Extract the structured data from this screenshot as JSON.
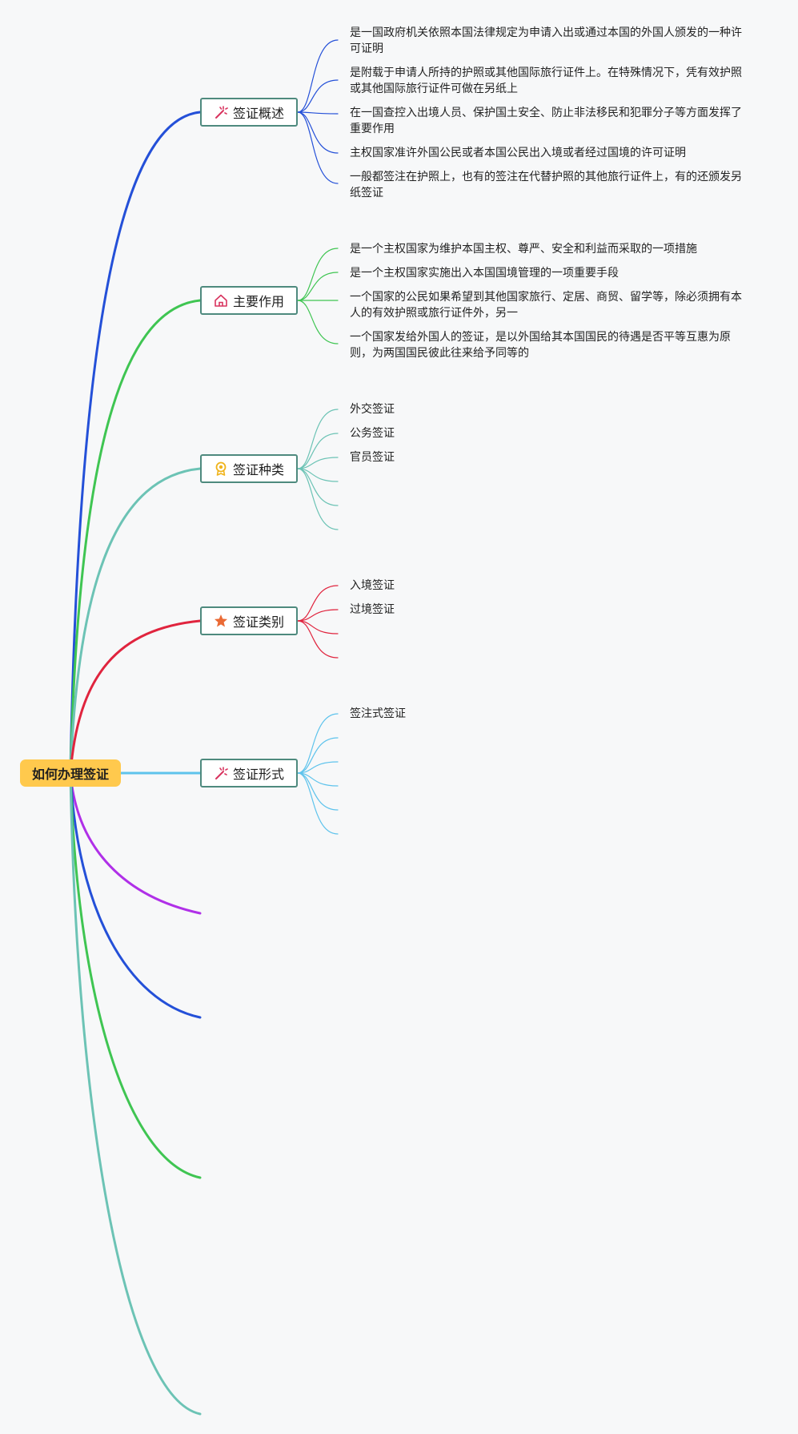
{
  "root": {
    "label": "如何办理签证"
  },
  "branches": [
    {
      "label": "签证概述",
      "icon": "magic-wand-icon",
      "color": "#2450d8",
      "leaves": [
        "是一国政府机关依照本国法律规定为申请入出或通过本国的外国人颁发的一种许可证明",
        "是附载于申请人所持的护照或其他国际旅行证件上。在特殊情况下，凭有效护照或其他国际旅行证件可做在另纸上",
        "在一国查控入出境人员、保护国土安全、防止非法移民和犯罪分子等方面发挥了重要作用",
        "主权国家准许外国公民或者本国公民出入境或者经过国境的许可证明",
        "一般都签注在护照上，也有的签注在代替护照的其他旅行证件上，有的还颁发另纸签证"
      ]
    },
    {
      "label": "主要作用",
      "icon": "home-icon",
      "color": "#3fc552",
      "leaves": [
        "是一个主权国家为维护本国主权、尊严、安全和利益而采取的一项措施",
        "是一个主权国家实施出入本国国境管理的一项重要手段",
        "一个国家的公民如果希望到其他国家旅行、定居、商贸、留学等，除必须拥有本人的有效护照或旅行证件外，另一",
        "一个国家发给外国人的签证，是以外国给其本国国民的待遇是否平等互惠为原则，为两国国民彼此往来给予同等的"
      ]
    },
    {
      "label": "签证种类",
      "icon": "award-icon",
      "color": "#6cc3b5",
      "leaves": [
        "外交签证",
        "公务签证",
        "官员签证",
        "",
        "",
        ""
      ]
    },
    {
      "label": "签证类别",
      "icon": "star-icon",
      "color": "#e0243e",
      "leaves": [
        "入境签证",
        "过境签证",
        "",
        ""
      ]
    },
    {
      "label": "签证形式",
      "icon": "magic-wand-icon",
      "color": "#5ec3ec",
      "leaves": [
        "签注式签证",
        "",
        "",
        "",
        "",
        ""
      ]
    }
  ],
  "extra_branch_colors": [
    "#b030e8",
    "#2450d8",
    "#3fc552",
    "#6cc3b5"
  ],
  "node_border_color": "#4e8a7e",
  "root_color": "#ffc94d"
}
